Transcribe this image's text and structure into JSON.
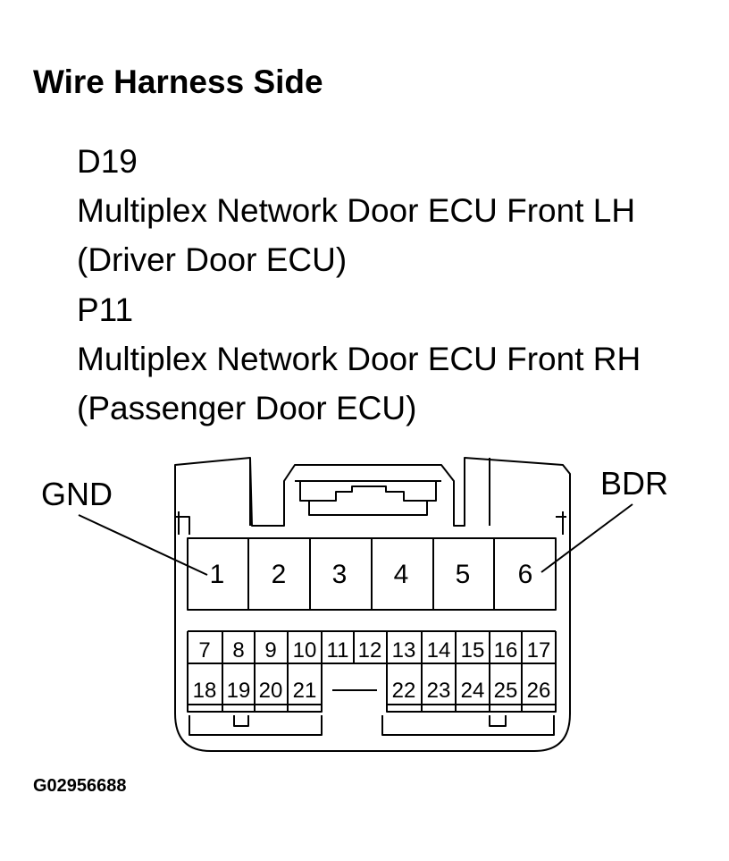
{
  "heading": "Wire Harness Side",
  "connectors": [
    {
      "code": "D19",
      "name": "Multiplex Network Door ECU Front LH",
      "alias": "(Driver Door ECU)"
    },
    {
      "code": "P11",
      "name": "Multiplex Network Door ECU Front RH",
      "alias": "(Passenger Door ECU)"
    }
  ],
  "callouts": {
    "left": "GND",
    "right": "BDR"
  },
  "pins": {
    "large_row": [
      "1",
      "2",
      "3",
      "4",
      "5",
      "6"
    ],
    "small_row_1": [
      "7",
      "8",
      "9",
      "10",
      "11",
      "12",
      "13",
      "14",
      "15",
      "16",
      "17"
    ],
    "small_row_2": [
      "18",
      "19",
      "20",
      "21",
      "22",
      "23",
      "24",
      "25",
      "26"
    ]
  },
  "figure_id": "G02956688"
}
